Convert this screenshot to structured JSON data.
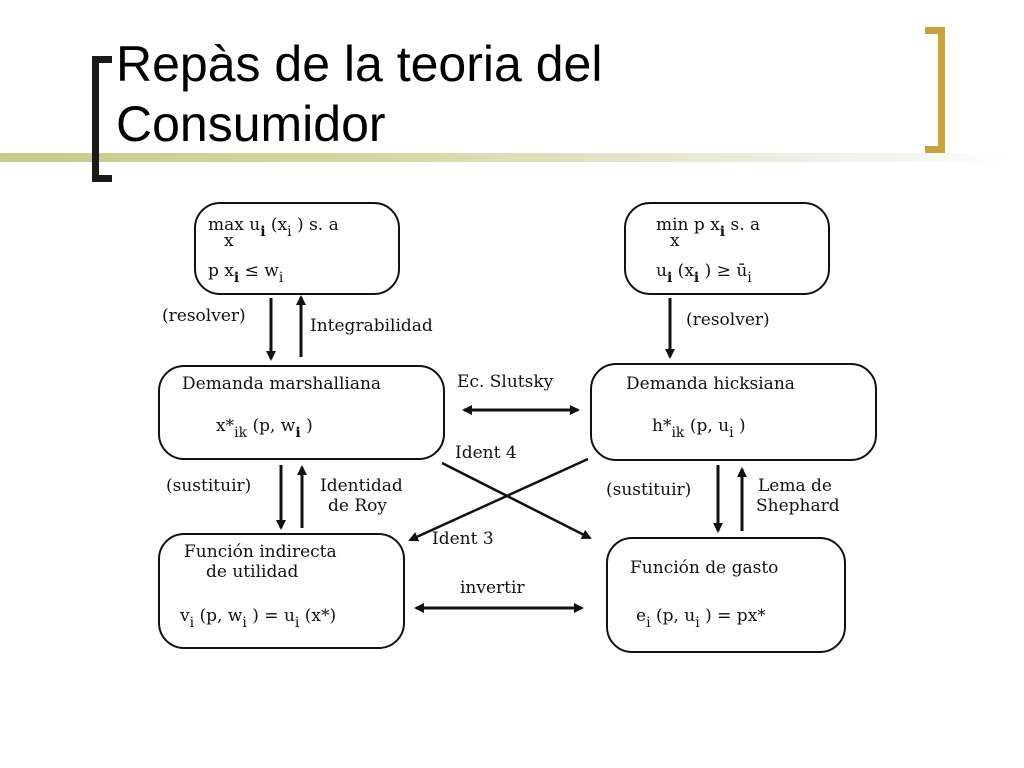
{
  "title": {
    "line1": "Repàs de la teoria del",
    "line2": "Consumidor"
  },
  "boxes": {
    "umax": {
      "l1a": "max u",
      "l1s": "i",
      "l1b": " (x",
      "l1s2": "i",
      "l1c": " )   s. a",
      "sub_x": "x",
      "l2a": "p x",
      "l2s": "i",
      "l2b": " ≤ w",
      "l2s2": "i"
    },
    "emin": {
      "l1a": "min p x",
      "l1s": "i",
      "l1b": "    s. a",
      "sub_x": "x",
      "l2a": "u",
      "l2s": "i",
      "l2b": " (x",
      "l2s2": "i",
      "l2c": " ) ≥ ū",
      "l2s3": "i"
    },
    "marsh": {
      "title": "Demanda marshalliana",
      "fa": "x*",
      "fs": "ik",
      "fb": " (p, w",
      "fs2": "i",
      "fc": " )"
    },
    "hicks": {
      "title": "Demanda hicksiana",
      "fa": "h*",
      "fs": "ik",
      "fb": " (p, u",
      "fs2": "i",
      "fc": " )"
    },
    "indirect": {
      "title1": "Función indirecta",
      "title2": "de utilidad",
      "fa": "v",
      "fs": "i",
      "fb": " (p, w",
      "fs2": "i",
      "fc": " ) = u",
      "fs3": "i",
      "fd": " (x*)"
    },
    "expense": {
      "title": "Función de gasto",
      "fa": "e",
      "fs": "i",
      "fb": " (p, u",
      "fs2": "i",
      "fc": " ) =  px*"
    }
  },
  "labels": {
    "resolver_left": "(resolver)",
    "integrabilidad": "Integrabilidad",
    "resolver_right": "(resolver)",
    "slutsky": "Ec. Slutsky",
    "ident4": "Ident 4",
    "ident3": "Ident 3",
    "sustituir_left": "(sustituir)",
    "identidad_roy_1": "Identidad",
    "identidad_roy_2": "de Roy",
    "sustituir_right": "(sustituir)",
    "lema_1": "Lema de",
    "lema_2": "Shephard",
    "invertir": "invertir"
  },
  "colors": {
    "bracket_left": "#1a1a1a",
    "bracket_right": "#c8a23c",
    "rule": "#c9c98a"
  }
}
